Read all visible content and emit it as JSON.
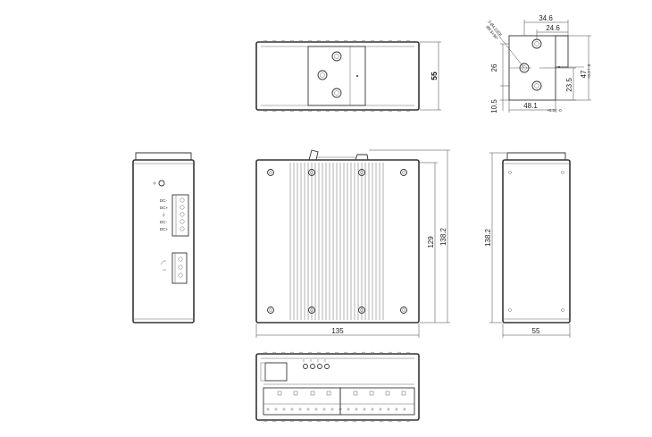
{
  "drawing": {
    "dimensions": {
      "width_front": "135",
      "height_front_inner": "129",
      "height_front_outer": "138.2",
      "height_side": "138.2",
      "depth_side": "55",
      "depth_top": "55",
      "mount_34_6": "34.6",
      "mount_24_6": "24.6",
      "mount_26": "26",
      "mount_23_5": "23.5",
      "mount_10_5": "10.5",
      "mount_48_1": "48.1",
      "mount_48_1_tol": "+0.3 / -0",
      "mount_47": "47",
      "mount_47_tol": "+0.3 / -0",
      "mount_holes": "3-Ø4.5沉孔",
      "mount_holes_2": "Ø8.5×90°"
    },
    "side_labels": {
      "terminal_1": [
        "DC-",
        "DC+",
        "⏚",
        "DC-",
        "DC+"
      ]
    }
  }
}
